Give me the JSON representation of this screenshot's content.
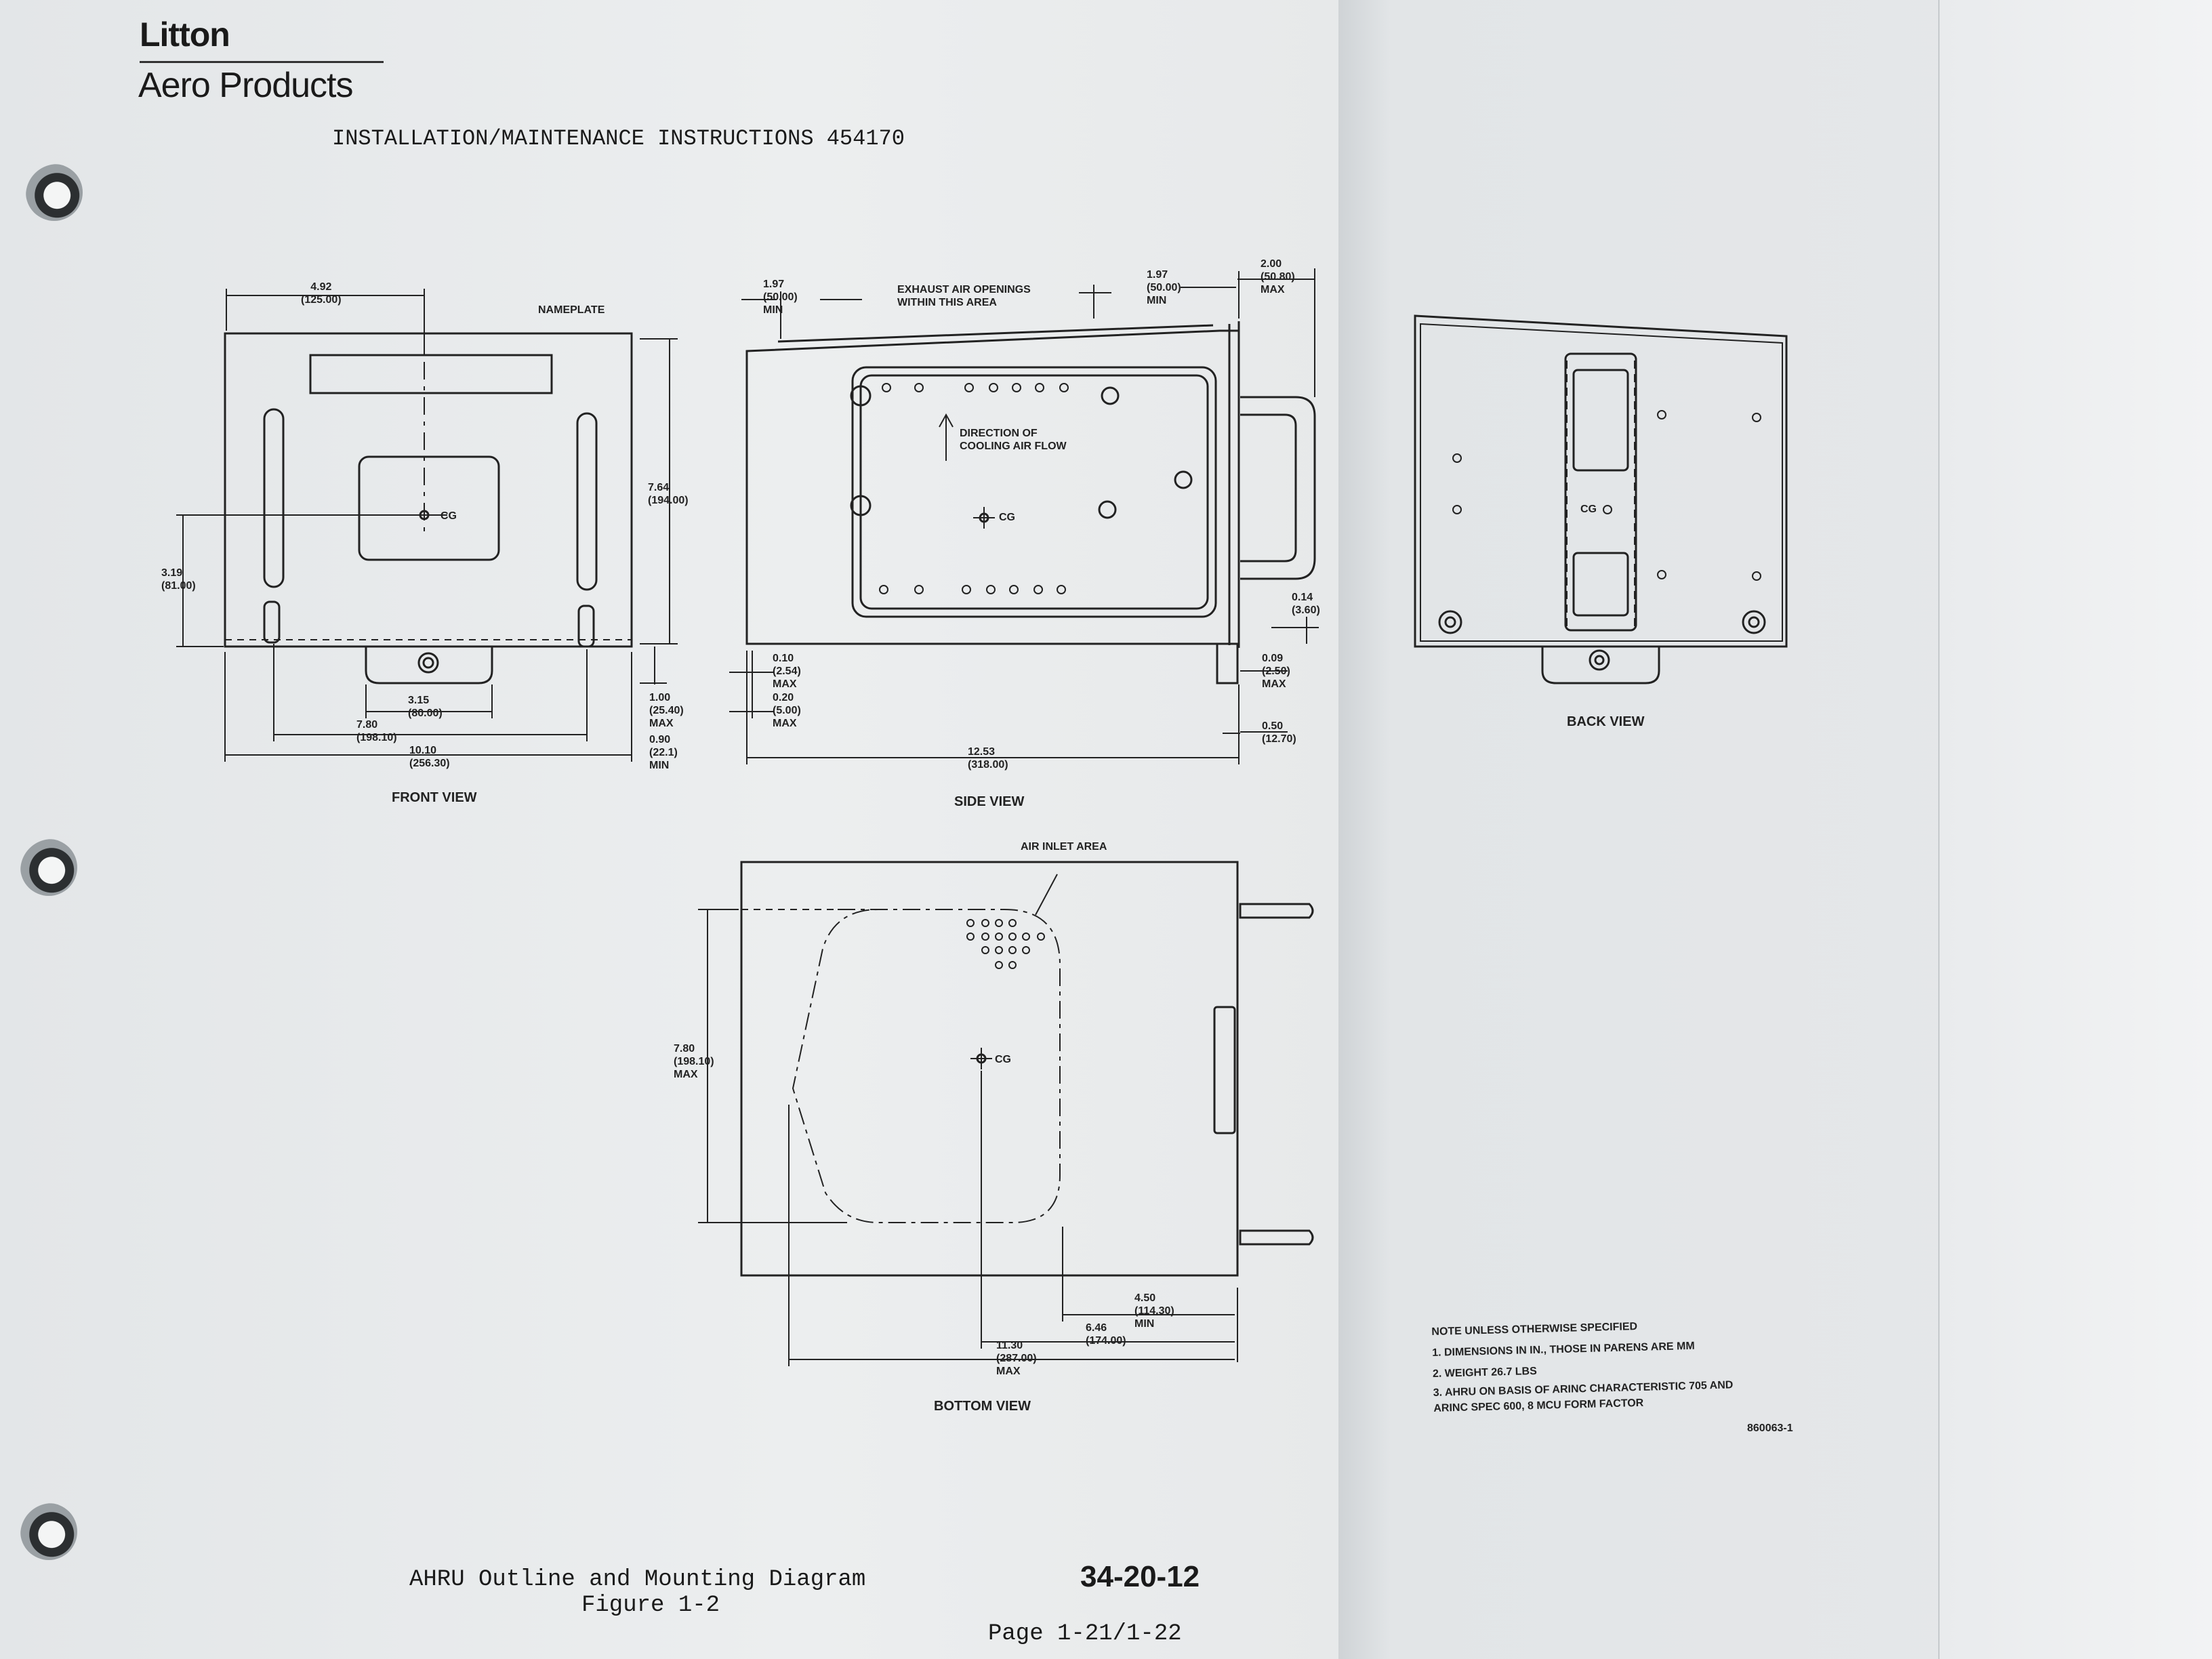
{
  "header": {
    "brand": "Litton",
    "division": "Aero Products",
    "doc_title": "INSTALLATION/MAINTENANCE INSTRUCTIONS 454170"
  },
  "front_view": {
    "label": "FRONT VIEW",
    "nameplate": "NAMEPLATE",
    "cg": "CG",
    "dims": {
      "top_width": "4.92\n(125.00)",
      "height": "7.64\n(194.00)",
      "cg_height": "3.19\n(81.00)",
      "foot_width": "3.15\n(80.00)",
      "slot_span": "7.80\n(198.10)",
      "overall_width": "10.10\n(256.30)",
      "foot_max": "1.00\n(25.40)\nMAX",
      "foot_min": "0.90\n(22.1)\nMIN"
    }
  },
  "side_view": {
    "label": "SIDE VIEW",
    "exhaust": "EXHAUST AIR OPENINGS\nWITHIN THIS AREA",
    "flow": "DIRECTION OF\nCOOLING AIR FLOW",
    "cg": "CG",
    "dims": {
      "left_min": "1.97\n(50.00)\nMIN",
      "right_min": "1.97\n(50.00)\nMIN",
      "handle_max": "2.00\n(50.80)\nMAX",
      "flange": "0.14\n(3.60)",
      "lip1": "0.10\n(2.54)\nMAX",
      "lip2": "0.20\n(5.00)\nMAX",
      "rear1": "0.09\n(2.50)\nMAX",
      "rear2": "0.50\n(12.70)",
      "length": "12.53\n(318.00)"
    }
  },
  "back_view": {
    "label": "BACK VIEW",
    "cg": "CG"
  },
  "bottom_view": {
    "label": "BOTTOM VIEW",
    "air_inlet": "AIR INLET AREA",
    "cg": "CG",
    "dims": {
      "depth": "7.80\n(198.10)\nMAX",
      "d1": "4.50\n(114.30)\nMIN",
      "d2": "6.46\n(174.00)",
      "d3": "11.30\n(287.00)\nMAX"
    }
  },
  "notes": {
    "heading": "NOTE   UNLESS OTHERWISE SPECIFIED",
    "items": [
      "1.   DIMENSIONS IN IN., THOSE IN PARENS ARE MM",
      "2.   WEIGHT 26.7 LBS",
      "3.   AHRU ON BASIS OF ARINC CHARACTERISTIC 705 AND",
      "      ARINC SPEC 600, 8 MCU FORM FACTOR"
    ],
    "drawing_no": "860063-1"
  },
  "footer": {
    "caption": "AHRU Outline and Mounting Diagram",
    "figure": "Figure 1-2",
    "section": "34-20-12",
    "page": "Page 1-21/1-22"
  }
}
